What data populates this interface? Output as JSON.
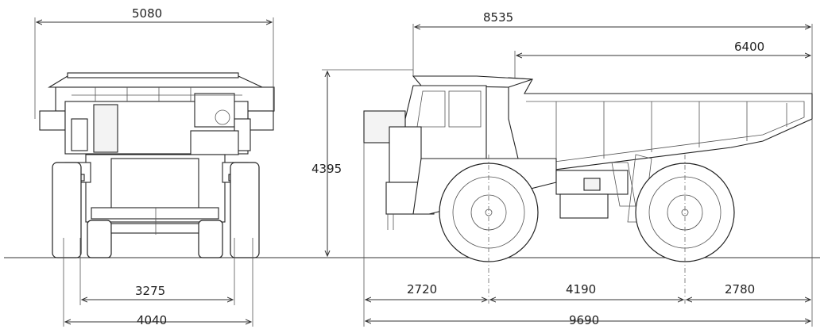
{
  "dimensions": {
    "front_overall_width": "5080",
    "front_tread_width": "3275",
    "front_tire_width": "4040",
    "overall_height": "4395",
    "side_canopy_to_rear": "8535",
    "side_body_length": "6400",
    "side_front_overhang": "2720",
    "side_wheelbase": "4190",
    "side_rear_overhang": "2780",
    "side_overall_length": "9690"
  },
  "colors": {
    "line": "#333333",
    "background": "#ffffff"
  }
}
